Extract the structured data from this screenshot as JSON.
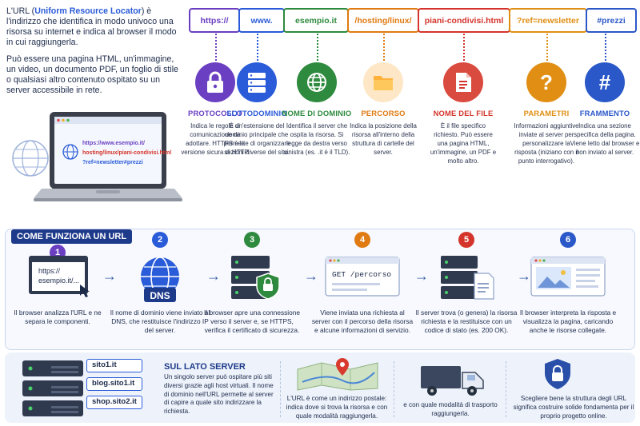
{
  "intro": {
    "p1_a": "L'URL (",
    "p1_hl": "Uniform Resource Locator",
    "p1_b": ") è l'indirizzo che identifica in modo univoco una risorsa su internet e indica al browser il modo in cui raggiungerla.",
    "p2": "Può essere una pagina HTML, un'immagine, un video, un documento PDF, un foglio di stile o qualsiasi altro contenuto ospitato su un server accessibile in rete."
  },
  "laptop_screen": {
    "line1": "https://www.esempio.it/",
    "line2": "hosting/linux/piani-condivisi.html",
    "line3": "?ref=newsletter#prezzi"
  },
  "url_segments": [
    {
      "text": "https://",
      "color": "#6a3fc1"
    },
    {
      "text": "www.",
      "color": "#2a5bd8"
    },
    {
      "text": "esempio.it",
      "color": "#2e8a3e"
    },
    {
      "text": "/hosting/linux/",
      "color": "#e07a12"
    },
    {
      "text": "piani-condivisi.html",
      "color": "#d4342b"
    },
    {
      "text": "?ref=newsletter",
      "color": "#e08f14"
    },
    {
      "text": "#prezzi",
      "color": "#2b58c8"
    }
  ],
  "parts": [
    {
      "title": "PROTOCOLLO",
      "desc": "Indica le regole di comunicazione da adottare. HTTPS è la versione sicura di HTTP.",
      "color": "#6a3fc1",
      "icon": "lock-icon"
    },
    {
      "title": "SOTTODOMINIO",
      "desc": "È un'estensione del dominio principale che permette di organizzare sezioni diverse del sito.",
      "color": "#2a5bd8",
      "icon": "server-icon"
    },
    {
      "title": "NOME DI DOMINIO",
      "desc": "Identifica il server che ospita la risorsa. Si legge da destra verso sinistra (es. .it è il TLD).",
      "color": "#2e8a3e",
      "icon": "globe-icon"
    },
    {
      "title": "PERCORSO",
      "desc": "Indica la posizione della risorsa all'interno della struttura di cartelle del server.",
      "color": "#e07a12",
      "icon": "folder-icon"
    },
    {
      "title": "NOME DEL FILE",
      "desc": "È il file specifico richiesto. Può essere una pagina HTML, un'immagine, un PDF e molto altro.",
      "color": "#d4342b",
      "icon": "document-icon"
    },
    {
      "title": "PARAMETRI",
      "desc": "Informazioni aggiuntive inviate al server per personalizzare la risposta (iniziano con il punto interrogativo).",
      "color": "#e08f14",
      "icon": "question-icon"
    },
    {
      "title": "FRAMMENTO",
      "desc": "Indica una sezione specifica della pagina. Viene letto dal browser e non inviato al server.",
      "color": "#2b58c8",
      "icon": "hash-icon"
    }
  ],
  "how": {
    "title": "COME FUNZIONA UN URL",
    "steps": [
      {
        "num": "1",
        "color": "#6a3fc1",
        "desc": "Il browser analizza l'URL e ne separa le componenti.",
        "screen_l1": "https://",
        "screen_l2": "esempio.it/..."
      },
      {
        "num": "2",
        "color": "#2a5bd8",
        "desc": "Il nome di dominio viene inviato al DNS, che restituisce l'indirizzo IP del server.",
        "label": "DNS"
      },
      {
        "num": "3",
        "color": "#2e8a3e",
        "desc": "Il browser apre una connessione verso il server e, se HTTPS, verifica il certificato di sicurezza."
      },
      {
        "num": "4",
        "color": "#e07a12",
        "desc": "Viene inviata una richiesta al server con il percorso della risorsa e alcune informazioni di servizio.",
        "label": "GET /percorso"
      },
      {
        "num": "5",
        "color": "#d4342b",
        "desc": "Il server trova (o genera) la risorsa richiesta e la restituisce con un codice di stato (es. 200 OK)."
      },
      {
        "num": "6",
        "color": "#2b58c8",
        "desc": "Il browser interpreta la risposta e visualizza la pagina, caricando anche le risorse collegate."
      }
    ]
  },
  "bottom": {
    "sites": [
      "sito1.it",
      "blog.sito1.it",
      "shop.sito2.it"
    ],
    "server_title": "SUL LATO SERVER",
    "server_text": "Un singolo server può ospitare più siti diversi grazie agli host virtuali. Il nome di dominio nell'URL permette al server di capire a quale sito indirizzare la richiesta.",
    "map_text": "L'URL è come un indirizzo postale: indica dove si trova la risorsa e con quale modalità raggiungerla.",
    "truck_text": "e con quale modalità di trasporto raggiungerla.",
    "shield_text": "Scegliere bene la struttura degli URL significa costruire solide fondamenta per il proprio progetto online."
  }
}
